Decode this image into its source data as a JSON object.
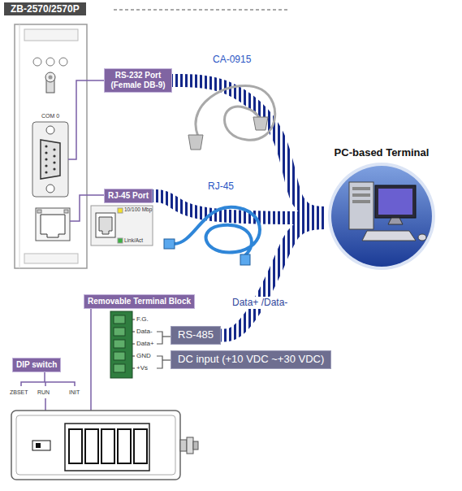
{
  "diagram": {
    "title": "ZB-2570/2570P",
    "nodes": [
      {
        "text": [
          "RS-232 Port (Female DB-9)"
        ]
      },
      {
        "text": [
          "RJ-45 Port"
        ]
      },
      {
        "text": [
          "PC-based Terminal"
        ]
      },
      {
        "text": [
          "Removable Terminal Block"
        ]
      },
      {
        "text": [
          "RS-485"
        ]
      },
      {
        "text": [
          "DC input (+10 VDC ~+30 VDC)"
        ]
      },
      {
        "text": [
          "DIP switch"
        ]
      }
    ],
    "edges": [
      {
        "from": 0,
        "to": 2,
        "arrow": "none",
        "label": "CA-0915"
      },
      {
        "from": 1,
        "to": 2,
        "arrow": "none",
        "label": "RJ-45"
      },
      {
        "from": 4,
        "to": 2,
        "arrow": "none",
        "label": "Data+ /Data-"
      }
    ],
    "labels": [
      "COM 0",
      "10/100 Mbp",
      "Link/Act",
      "F.G.",
      "Data-",
      "Data+",
      "GND",
      "+Vs",
      "ZBSET",
      "RUN",
      "INIT"
    ]
  }
}
